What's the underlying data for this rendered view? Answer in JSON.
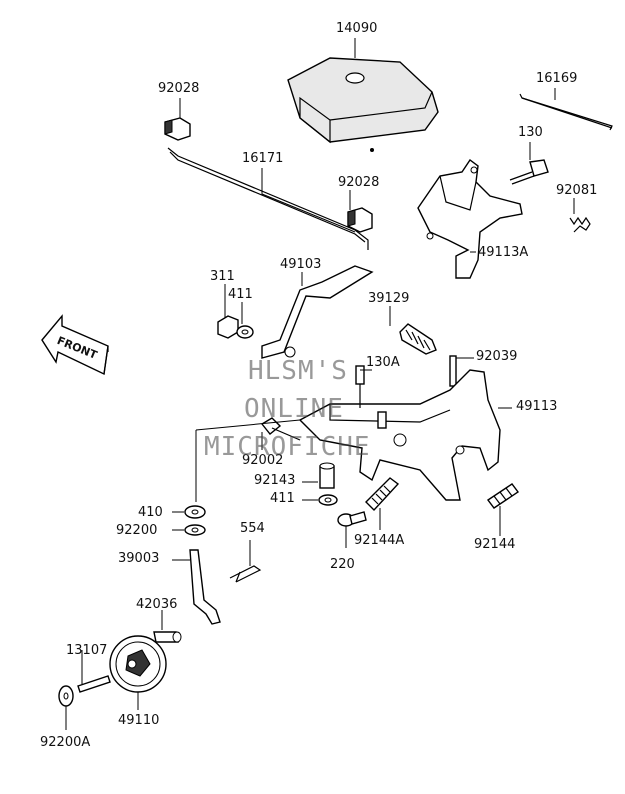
{
  "labels": {
    "l14090": "14090",
    "l16169": "16169",
    "l92028a": "92028",
    "l130": "130",
    "l16171": "16171",
    "l92028b": "92028",
    "l92081": "92081",
    "l49113a": "49113A",
    "l311": "311",
    "l49103": "49103",
    "l411a": "411",
    "l39129": "39129",
    "l130a": "130A",
    "l92039": "92039",
    "l49113": "49113",
    "l92002": "92002",
    "l92143": "92143",
    "l411b": "411",
    "l410": "410",
    "l92200": "92200",
    "l554": "554",
    "l92144a": "92144A",
    "l92144": "92144",
    "l39003": "39003",
    "l220": "220",
    "l42036": "42036",
    "l13107": "13107",
    "l49110": "49110",
    "l92200a": "92200A",
    "front": "FRONT"
  },
  "watermark": {
    "line1": "HLSM'S",
    "line2": "ONLINE",
    "line3": "MICROFICHE"
  }
}
